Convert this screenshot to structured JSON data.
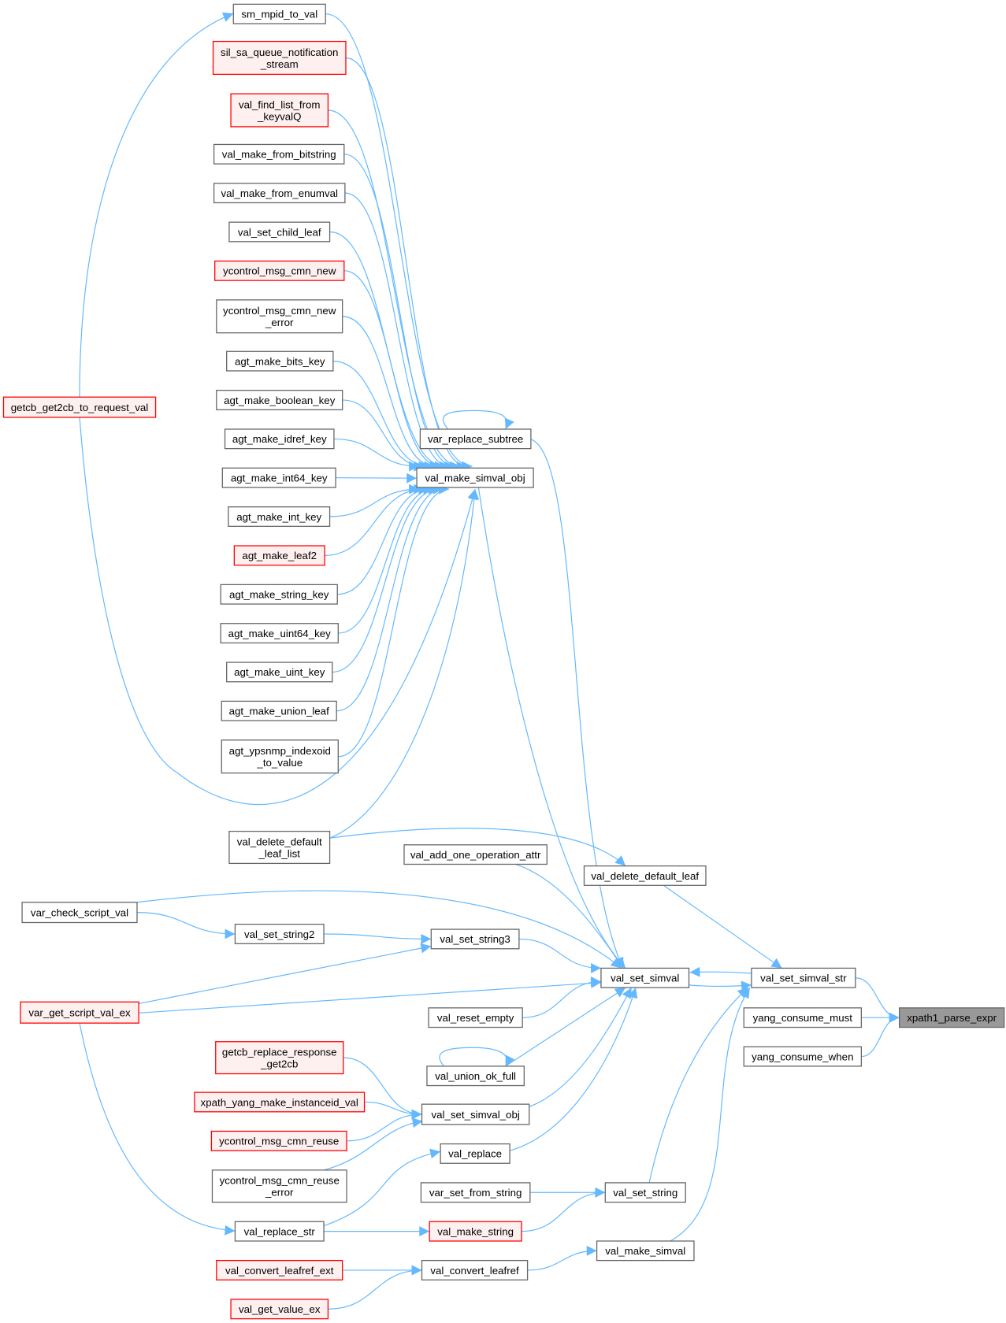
{
  "title": "xpath1_parse_expr caller graph",
  "colors": {
    "edge": "#63b8ff",
    "normal_stroke": "#666666",
    "normal_fill": "#ffffff",
    "truncated_stroke": "#ff0000",
    "truncated_fill": "#fff0f0",
    "root_fill": "#999999",
    "root_stroke": "#666666"
  },
  "nodes": [
    {
      "id": "xpath1_parse_expr",
      "label": "xpath1_parse_expr",
      "style": "root"
    },
    {
      "id": "val_set_simval_str",
      "label": "val_set_simval_str",
      "style": "normal"
    },
    {
      "id": "yang_consume_must",
      "label": "yang_consume_must",
      "style": "normal"
    },
    {
      "id": "yang_consume_when",
      "label": "yang_consume_when",
      "style": "normal"
    },
    {
      "id": "val_set_simval",
      "label": "val_set_simval",
      "style": "normal"
    },
    {
      "id": "val_delete_default_leaf",
      "label": "val_delete_default_leaf",
      "style": "normal"
    },
    {
      "id": "val_set_string",
      "label": "val_set_string",
      "style": "normal"
    },
    {
      "id": "val_make_simval",
      "label": "val_make_simval",
      "style": "normal"
    },
    {
      "id": "var_replace_subtree",
      "label": "var_replace_subtree",
      "style": "normal"
    },
    {
      "id": "val_make_simval_obj",
      "label": "val_make_simval_obj",
      "style": "normal"
    },
    {
      "id": "val_add_one_operation_attr",
      "label": "val_add_one_operation_attr",
      "style": "normal"
    },
    {
      "id": "val_set_string3",
      "label": "val_set_string3",
      "style": "normal"
    },
    {
      "id": "val_reset_empty",
      "label": "val_reset_empty",
      "style": "normal"
    },
    {
      "id": "val_union_ok_full",
      "label": "val_union_ok_full",
      "style": "normal"
    },
    {
      "id": "val_set_simval_obj",
      "label": "val_set_simval_obj",
      "style": "normal"
    },
    {
      "id": "val_replace",
      "label": "val_replace",
      "style": "normal"
    },
    {
      "id": "var_set_from_string",
      "label": "var_set_from_string",
      "style": "normal"
    },
    {
      "id": "val_make_string",
      "label": "val_make_string",
      "style": "truncated"
    },
    {
      "id": "val_convert_leafref",
      "label": "val_convert_leafref",
      "style": "normal"
    },
    {
      "id": "sm_mpid_to_val",
      "label": "sm_mpid_to_val",
      "style": "normal"
    },
    {
      "id": "sil_sa_queue_notification_stream",
      "label": "sil_sa_queue_notification\n_stream",
      "style": "truncated"
    },
    {
      "id": "val_find_list_from_keyvalQ",
      "label": "val_find_list_from\n_keyvalQ",
      "style": "truncated"
    },
    {
      "id": "val_make_from_bitstring",
      "label": "val_make_from_bitstring",
      "style": "normal"
    },
    {
      "id": "val_make_from_enumval",
      "label": "val_make_from_enumval",
      "style": "normal"
    },
    {
      "id": "val_set_child_leaf",
      "label": "val_set_child_leaf",
      "style": "normal"
    },
    {
      "id": "ycontrol_msg_cmn_new",
      "label": "ycontrol_msg_cmn_new",
      "style": "truncated"
    },
    {
      "id": "ycontrol_msg_cmn_new_error",
      "label": "ycontrol_msg_cmn_new\n_error",
      "style": "normal"
    },
    {
      "id": "agt_make_bits_key",
      "label": "agt_make_bits_key",
      "style": "normal"
    },
    {
      "id": "agt_make_boolean_key",
      "label": "agt_make_boolean_key",
      "style": "normal"
    },
    {
      "id": "agt_make_idref_key",
      "label": "agt_make_idref_key",
      "style": "normal"
    },
    {
      "id": "agt_make_int64_key",
      "label": "agt_make_int64_key",
      "style": "normal"
    },
    {
      "id": "agt_make_int_key",
      "label": "agt_make_int_key",
      "style": "normal"
    },
    {
      "id": "agt_make_leaf2",
      "label": "agt_make_leaf2",
      "style": "truncated"
    },
    {
      "id": "agt_make_string_key",
      "label": "agt_make_string_key",
      "style": "normal"
    },
    {
      "id": "agt_make_uint64_key",
      "label": "agt_make_uint64_key",
      "style": "normal"
    },
    {
      "id": "agt_make_uint_key",
      "label": "agt_make_uint_key",
      "style": "normal"
    },
    {
      "id": "agt_make_union_leaf",
      "label": "agt_make_union_leaf",
      "style": "normal"
    },
    {
      "id": "agt_ypsnmp_indexoid_to_value",
      "label": "agt_ypsnmp_indexoid\n_to_value",
      "style": "normal"
    },
    {
      "id": "val_delete_default_leaf_list",
      "label": "val_delete_default\n_leaf_list",
      "style": "normal"
    },
    {
      "id": "val_set_string2",
      "label": "val_set_string2",
      "style": "normal"
    },
    {
      "id": "getcb_replace_response_get2cb",
      "label": "getcb_replace_response\n_get2cb",
      "style": "truncated"
    },
    {
      "id": "xpath_yang_make_instanceid_val",
      "label": "xpath_yang_make_instanceid_val",
      "style": "truncated"
    },
    {
      "id": "ycontrol_msg_cmn_reuse",
      "label": "ycontrol_msg_cmn_reuse",
      "style": "truncated"
    },
    {
      "id": "ycontrol_msg_cmn_reuse_error",
      "label": "ycontrol_msg_cmn_reuse\n_error",
      "style": "normal"
    },
    {
      "id": "val_replace_str",
      "label": "val_replace_str",
      "style": "normal"
    },
    {
      "id": "val_convert_leafref_ext",
      "label": "val_convert_leafref_ext",
      "style": "truncated"
    },
    {
      "id": "val_get_value_ex",
      "label": "val_get_value_ex",
      "style": "truncated"
    },
    {
      "id": "getcb_get2cb_to_request_val",
      "label": "getcb_get2cb_to_request_val",
      "style": "truncated"
    },
    {
      "id": "var_check_script_val",
      "label": "var_check_script_val",
      "style": "normal"
    },
    {
      "id": "var_get_script_val_ex",
      "label": "var_get_script_val_ex",
      "style": "truncated"
    }
  ],
  "edges": [
    [
      "val_set_simval_str",
      "xpath1_parse_expr"
    ],
    [
      "yang_consume_must",
      "xpath1_parse_expr"
    ],
    [
      "yang_consume_when",
      "xpath1_parse_expr"
    ],
    [
      "val_set_simval",
      "val_set_simval_str"
    ],
    [
      "val_set_simval_str",
      "val_set_simval"
    ],
    [
      "val_delete_default_leaf",
      "val_set_simval_str"
    ],
    [
      "val_set_string",
      "val_set_simval_str"
    ],
    [
      "val_make_simval",
      "val_set_simval_str"
    ],
    [
      "val_make_simval_obj",
      "val_set_simval"
    ],
    [
      "var_replace_subtree",
      "val_set_simval"
    ],
    [
      "var_replace_subtree",
      "var_replace_subtree"
    ],
    [
      "val_add_one_operation_attr",
      "val_set_simval"
    ],
    [
      "var_check_script_val",
      "val_set_simval"
    ],
    [
      "val_set_string3",
      "val_set_simval"
    ],
    [
      "var_get_script_val_ex",
      "val_set_simval"
    ],
    [
      "val_reset_empty",
      "val_set_simval"
    ],
    [
      "val_union_ok_full",
      "val_set_simval"
    ],
    [
      "val_union_ok_full",
      "val_union_ok_full"
    ],
    [
      "val_set_simval_obj",
      "val_set_simval"
    ],
    [
      "val_replace",
      "val_set_simval"
    ],
    [
      "val_delete_default_leaf_list",
      "val_delete_default_leaf"
    ],
    [
      "sm_mpid_to_val",
      "val_make_simval_obj"
    ],
    [
      "sil_sa_queue_notification_stream",
      "val_make_simval_obj"
    ],
    [
      "val_find_list_from_keyvalQ",
      "val_make_simval_obj"
    ],
    [
      "val_make_from_bitstring",
      "val_make_simval_obj"
    ],
    [
      "val_make_from_enumval",
      "val_make_simval_obj"
    ],
    [
      "val_set_child_leaf",
      "val_make_simval_obj"
    ],
    [
      "ycontrol_msg_cmn_new",
      "val_make_simval_obj"
    ],
    [
      "ycontrol_msg_cmn_new_error",
      "val_make_simval_obj"
    ],
    [
      "agt_make_bits_key",
      "val_make_simval_obj"
    ],
    [
      "agt_make_boolean_key",
      "val_make_simval_obj"
    ],
    [
      "agt_make_idref_key",
      "val_make_simval_obj"
    ],
    [
      "agt_make_int64_key",
      "val_make_simval_obj"
    ],
    [
      "agt_make_int_key",
      "val_make_simval_obj"
    ],
    [
      "agt_make_leaf2",
      "val_make_simval_obj"
    ],
    [
      "agt_make_string_key",
      "val_make_simval_obj"
    ],
    [
      "agt_make_uint64_key",
      "val_make_simval_obj"
    ],
    [
      "agt_make_uint_key",
      "val_make_simval_obj"
    ],
    [
      "agt_make_union_leaf",
      "val_make_simval_obj"
    ],
    [
      "agt_ypsnmp_indexoid_to_value",
      "val_make_simval_obj"
    ],
    [
      "val_delete_default_leaf_list",
      "val_make_simval_obj"
    ],
    [
      "getcb_get2cb_to_request_val",
      "val_make_simval_obj"
    ],
    [
      "getcb_get2cb_to_request_val",
      "sm_mpid_to_val"
    ],
    [
      "var_check_script_val",
      "val_set_string2"
    ],
    [
      "val_set_string2",
      "val_set_string3"
    ],
    [
      "var_get_script_val_ex",
      "val_set_string3"
    ],
    [
      "getcb_replace_response_get2cb",
      "val_set_simval_obj"
    ],
    [
      "xpath_yang_make_instanceid_val",
      "val_set_simval_obj"
    ],
    [
      "ycontrol_msg_cmn_reuse",
      "val_set_simval_obj"
    ],
    [
      "ycontrol_msg_cmn_reuse_error",
      "val_set_simval_obj"
    ],
    [
      "val_replace_str",
      "val_replace"
    ],
    [
      "var_get_script_val_ex",
      "val_replace_str"
    ],
    [
      "val_replace_str",
      "val_make_string"
    ],
    [
      "var_set_from_string",
      "val_set_string"
    ],
    [
      "val_make_string",
      "val_set_string"
    ],
    [
      "val_convert_leafref",
      "val_make_simval"
    ],
    [
      "val_convert_leafref_ext",
      "val_convert_leafref"
    ],
    [
      "val_get_value_ex",
      "val_convert_leafref"
    ]
  ]
}
